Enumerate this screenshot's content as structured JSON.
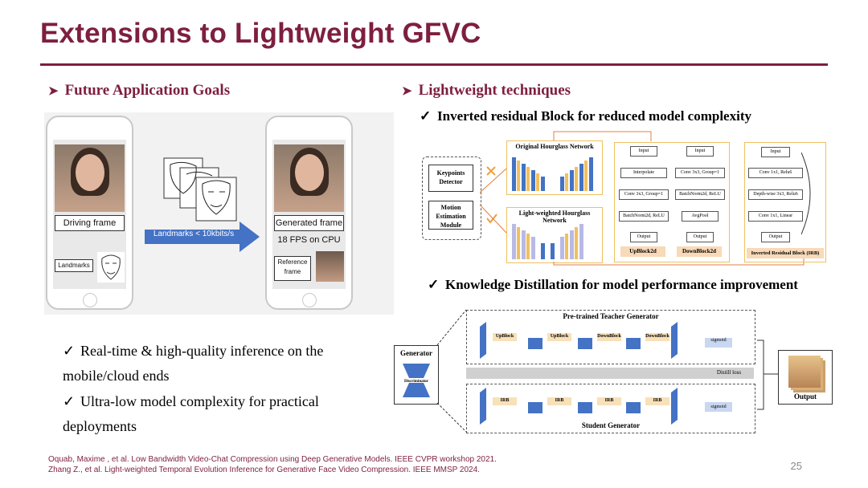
{
  "title": "Extensions to Lightweight GFVC",
  "left": {
    "heading": "Future Application Goals",
    "phone_left": {
      "driving_label": "Driving frame",
      "landmarks_label": "Landmarks"
    },
    "arrow_label": "Landmarks < 10kbits/s",
    "phone_right": {
      "generated_label": "Generated frame",
      "fps": "18 FPS on CPU",
      "reference_label": "Reference frame"
    },
    "bullets": [
      "Real-time & high-quality inference on the mobile/cloud ends",
      "Ultra-low model complexity for practical deployments"
    ]
  },
  "right": {
    "heading": "Lightweight techniques",
    "sub1": "Inverted residual Block for reduced model complexity",
    "sub2": "Knowledge Distillation for model performance improvement",
    "diagram1": {
      "keypoints": "Keypoints Detector",
      "motion": "Motion Estimation Module",
      "orig_hourglass": "Original Hourglass Network",
      "light_hourglass": "Light-weighted Hourglass Network",
      "upblock": {
        "name": "UpBlock2d",
        "steps": [
          "Input",
          "Interpolate",
          "Conv 3x3, Group=1",
          "BatchNorm2d, ReLU",
          "Output"
        ]
      },
      "downblock": {
        "name": "DownBlock2d",
        "steps": [
          "Input",
          "Conv 3x3, Group=1",
          "BatchNorm2d, ReLU",
          "AvgPool",
          "Output"
        ]
      },
      "irb": {
        "name": "Inverted Residual Block (IRB)",
        "steps": [
          "Input",
          "Conv 1x1, Relu6",
          "Depth-wise 3x3, Relu6",
          "Conv 1x1, Linear",
          "Output"
        ]
      }
    },
    "diagram2": {
      "teacher": "Pre-trained Teacher Generator",
      "student": "Student Generator",
      "generator": "Generator",
      "discriminator": "Discriminator",
      "upblock": "UpBlock",
      "downblock": "DownBlock",
      "irb": "IRB",
      "sigmoid": "sigmoid",
      "distill": "Distill loss",
      "output": "Output"
    }
  },
  "references": [
    "Oquab, Maxime , et al. Low Bandwidth Video-Chat Compression using Deep Generative Models. IEEE CVPR workshop 2021.",
    "Zhang Z., et al. Light-weighted Temporal Evolution Inference for Generative Face Video Compression. IEEE MMSP 2024."
  ],
  "page_number": "25",
  "colors": {
    "accent": "#7e1f3e",
    "arrow_blue": "#4472c4"
  }
}
